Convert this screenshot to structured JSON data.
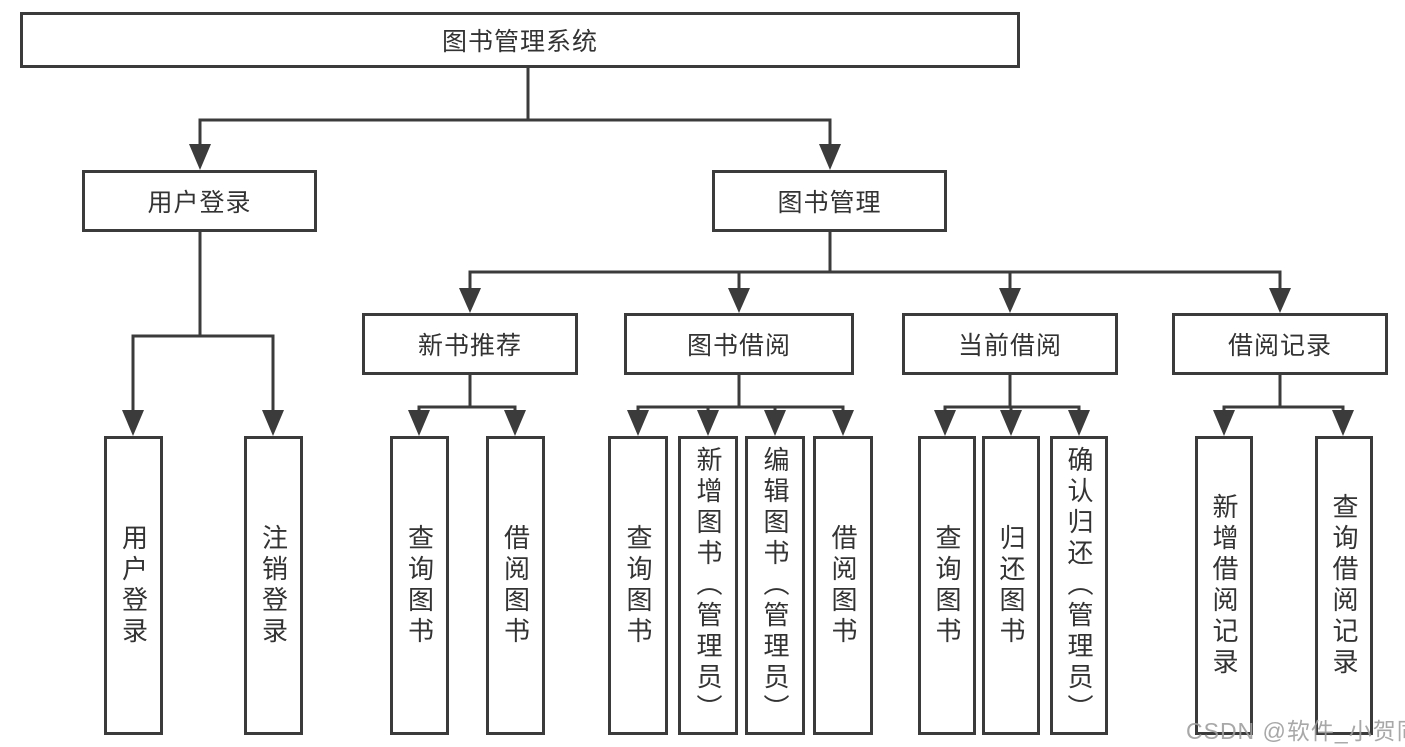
{
  "diagram": {
    "title": "图书管理系统",
    "user_login": {
      "label": "用户登录",
      "children": [
        "用户登录",
        "注销登录"
      ]
    },
    "book_management": {
      "label": "图书管理",
      "groups": [
        {
          "label": "新书推荐",
          "children": [
            "查询图书",
            "借阅图书"
          ]
        },
        {
          "label": "图书借阅",
          "children": [
            "查询图书",
            "新增图书（管理员）",
            "编辑图书（管理员）",
            "借阅图书"
          ]
        },
        {
          "label": "当前借阅",
          "children": [
            "查询图书",
            "归还图书",
            "确认归还（管理员）"
          ]
        },
        {
          "label": "借阅记录",
          "children": [
            "新增借阅记录",
            "查询借阅记录"
          ]
        }
      ]
    },
    "colors": {
      "line": "#3b3b3b",
      "text": "#333333",
      "background": "#ffffff",
      "watermark": "#9e9e9e"
    },
    "watermark": "CSDN @软件_小贺同学"
  }
}
